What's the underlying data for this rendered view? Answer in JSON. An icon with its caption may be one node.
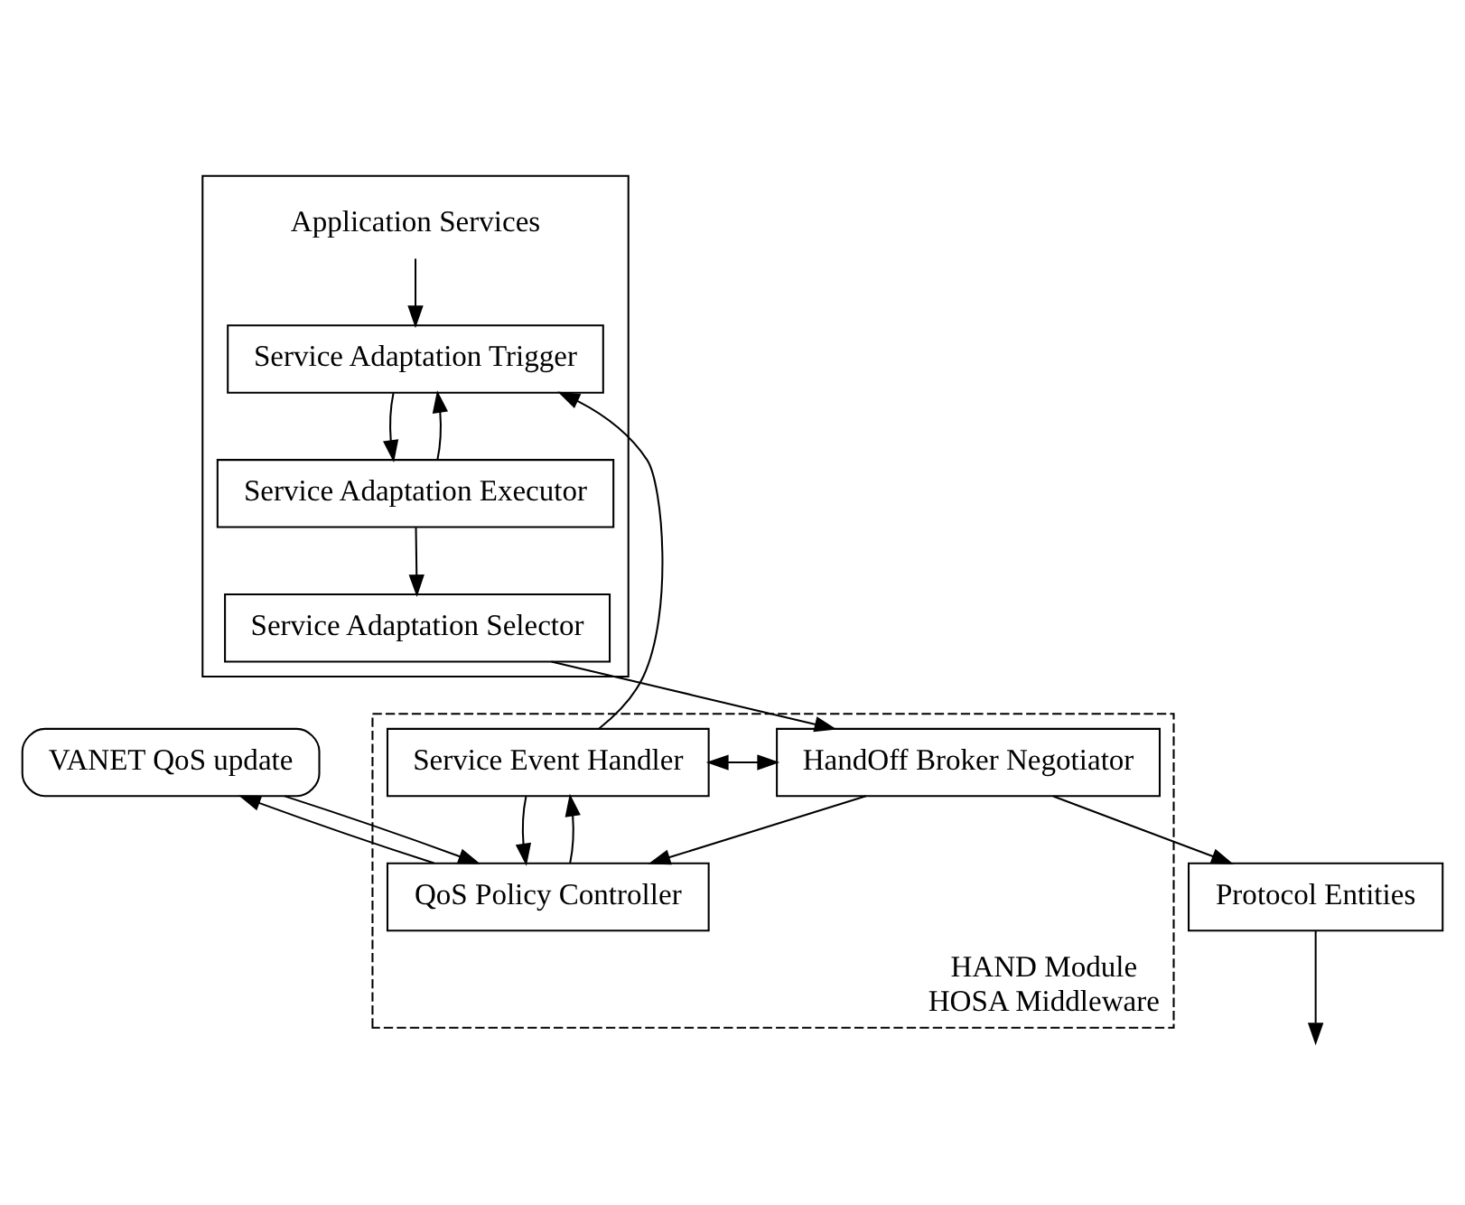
{
  "diagram": {
    "nodes": [
      {
        "text": [],
        "shape": "box"
      },
      {
        "text": [
          "Application Services"
        ],
        "in": 0
      },
      {
        "text": [
          "Service Adaptation Selector"
        ],
        "in": 0
      },
      {
        "text": [
          "Service Adaptation Executor"
        ],
        "in": 0
      },
      {
        "text": [
          "Service Adaptation Trigger"
        ],
        "in": 0
      },
      {
        "text": [
          "HAND Module",
          "HOSA Middleware"
        ]
      },
      {
        "text": [
          "HandOff Broker Negotiator"
        ],
        "in": 5
      },
      {
        "text": [
          "Service Event Handler"
        ],
        "in": 5
      },
      {
        "text": [
          "QoS Policy Controller"
        ],
        "in": 5
      },
      {
        "text": [
          "Protocol Entities"
        ]
      },
      {
        "text": [
          "VANET QoS update"
        ]
      }
    ],
    "edges": [
      {
        "from": 3,
        "to": 2,
        "arrow": "to"
      },
      {
        "from": 4,
        "to": 3,
        "arrow": "to"
      },
      {
        "from": 3,
        "to": 4,
        "arrow": "to"
      },
      {
        "from": 1,
        "to": 4,
        "arrow": "to"
      },
      {
        "from": 2,
        "to": 6,
        "arrow": "to"
      },
      {
        "from": 7,
        "to": 4,
        "arrow": "to"
      },
      {
        "from": 6,
        "to": 7,
        "arrow": "both"
      },
      {
        "from": 6,
        "to": 8,
        "arrow": "to"
      },
      {
        "from": 8,
        "to": 7,
        "arrow": "to"
      },
      {
        "from": 7,
        "to": 8,
        "arrow": "to"
      },
      {
        "from": 6,
        "to": 9,
        "arrow": "to"
      },
      {
        "from": 9,
        "to": null,
        "arrow": "to"
      },
      {
        "from": 10,
        "to": 8,
        "arrow": "to"
      },
      {
        "from": 8,
        "to": 10,
        "arrow": "to"
      }
    ]
  }
}
